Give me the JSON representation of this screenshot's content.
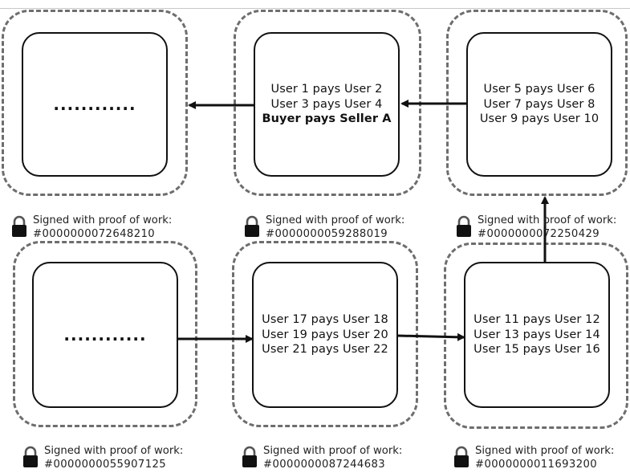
{
  "blocks": {
    "top_left": {
      "lines": [
        "............"
      ]
    },
    "top_middle": {
      "lines": [
        "User 1 pays User 2",
        "User 3 pays User 4"
      ],
      "bold_line": "Buyer pays Seller A"
    },
    "top_right": {
      "lines": [
        "User 5 pays User 6",
        "User 7 pays User 8",
        "User 9 pays User 10"
      ]
    },
    "bottom_left": {
      "lines": [
        "............"
      ]
    },
    "bottom_middle": {
      "lines": [
        "User 17 pays User 18",
        "User 19 pays User 20",
        "User 21 pays User 22"
      ]
    },
    "bottom_right": {
      "lines": [
        "User 11 pays User 12",
        "User 13 pays User 14",
        "User 15 pays User 16"
      ]
    }
  },
  "signatures": {
    "label": "Signed with proof of work:",
    "top_left": "#0000000072648210",
    "top_middle": "#0000000059288019",
    "top_right": "#0000000072250429",
    "bottom_left": "#0000000055907125",
    "bottom_middle": "#0000000087244683",
    "bottom_right": "#0000000011693200"
  },
  "icons": [
    "lock-icon",
    "arrow-left-icon",
    "arrow-right-icon",
    "arrow-up-icon"
  ]
}
